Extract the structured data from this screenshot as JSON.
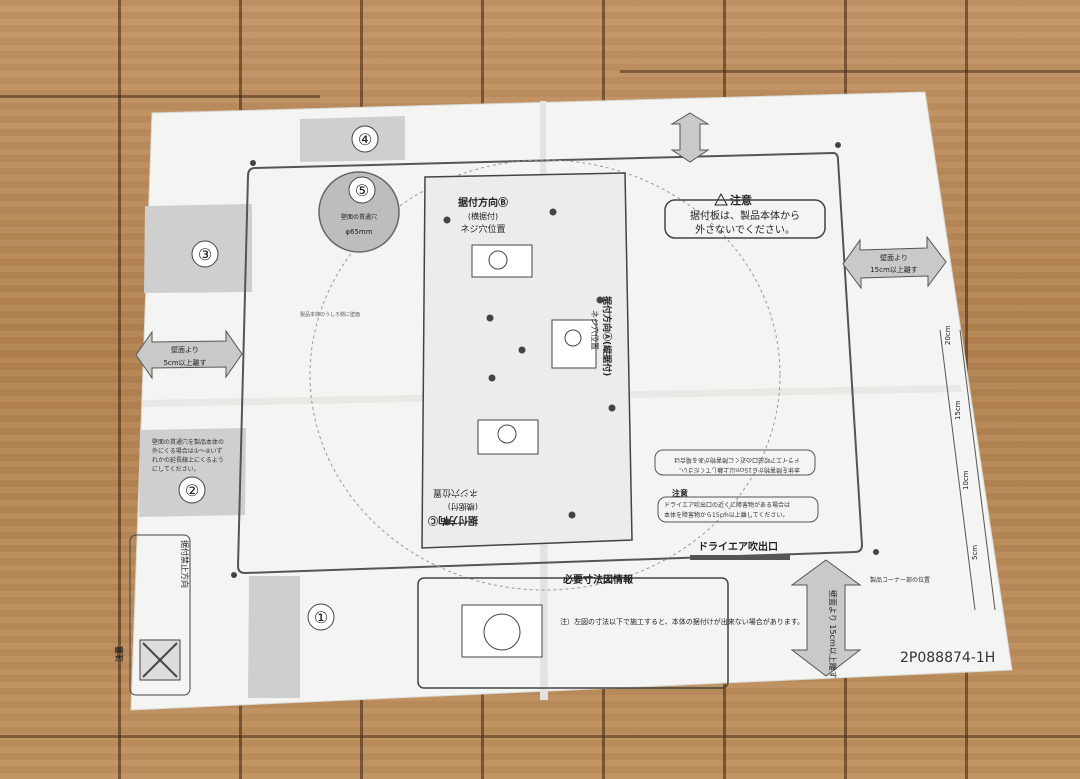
{
  "sheet": {
    "section_labels": [
      "④",
      "⑤",
      "③",
      "②",
      "①"
    ],
    "hole_note": "φ65mm",
    "hole_caption": "壁面の貫通穴",
    "caution_title": "注意",
    "caution_text_1": "据付板は、製品本体から",
    "caution_text_2": "外さないでください。",
    "direction_b_line1": "据付方向Ⓑ",
    "direction_b_line2": "(横据付)",
    "direction_b_line3": "ネジ穴位置",
    "direction_a": "据付方向Ⓐ(縦据付)",
    "direction_a_sub": "ネジ穴位置",
    "direction_c_line1": "据付方向Ⓒ",
    "direction_c_line2": "(横据付)",
    "direction_c_line3": "ネジ穴位置",
    "dryer_exit": "ドライエア吹出口",
    "wall_15_top_line1": "壁面より",
    "wall_15_top_line2": "15cm以上離す",
    "wall_5_line1": "壁面より",
    "wall_5_line2": "5cm以上離す",
    "wall_15_bottom": "壁面より 15cm以上離す",
    "required_dims_title": "必要寸法図情報",
    "required_dims_note": "注）左図の寸法以下で施工すると、本体の据付けが出来ない場合があります。",
    "caution_small_title": "注意",
    "caution_small_text_1": "ドライエア吹出口の近くに障害物がある場合は",
    "caution_small_text_2": "本体を障害物から15cm以上離してください。",
    "left_note_1": "壁面の貫通穴を製品本体の",
    "left_note_2": "外にくる場合は①～④いず",
    "left_note_3": "れかの延長線上にくるよう",
    "left_note_4": "にしてください。",
    "top_left_note": "製品本体のうしろ側に壁面",
    "warning_label": "注意",
    "install_prohibit": "据付禁止方向",
    "ruler_labels": [
      "5cm",
      "10cm",
      "15cm",
      "20cm"
    ],
    "corner_note": "製品コーナー部の位置",
    "doc_number": "2P088874-1H"
  }
}
